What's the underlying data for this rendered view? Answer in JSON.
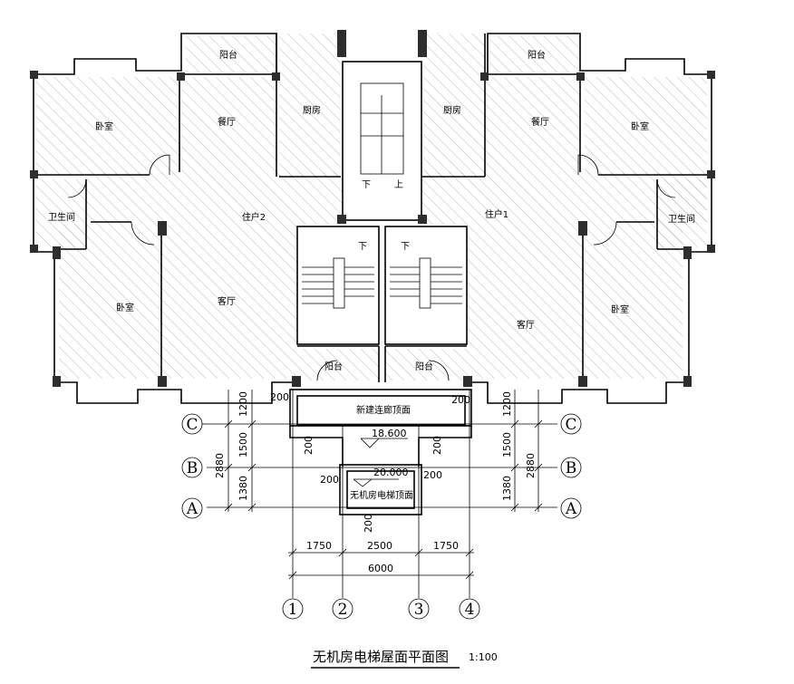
{
  "title": "无机房电梯屋面平面图",
  "scale": "1:100",
  "rooms": {
    "balcony": "阳台",
    "kitchen": "厨房",
    "dining": "餐厅",
    "bedroom": "卧室",
    "bath": "卫生间",
    "living": "客厅",
    "unit_left": "住户2",
    "unit_right": "住户1"
  },
  "stair": {
    "down": "下",
    "up": "上"
  },
  "roof": {
    "new_corridor": "新建连廊顶面",
    "elevator_roof": "无机房电梯顶面",
    "elev_18": "18.600",
    "elev_20": "20.000"
  },
  "dims": {
    "d200": "200",
    "d1200": "1200",
    "d1500": "1500",
    "d1380": "1380",
    "d2880": "2880",
    "d1750": "1750",
    "d2500": "2500",
    "d6000": "6000"
  },
  "axes": {
    "a": "A",
    "b": "B",
    "c": "C",
    "n1": "1",
    "n2": "2",
    "n3": "3",
    "n4": "4"
  }
}
